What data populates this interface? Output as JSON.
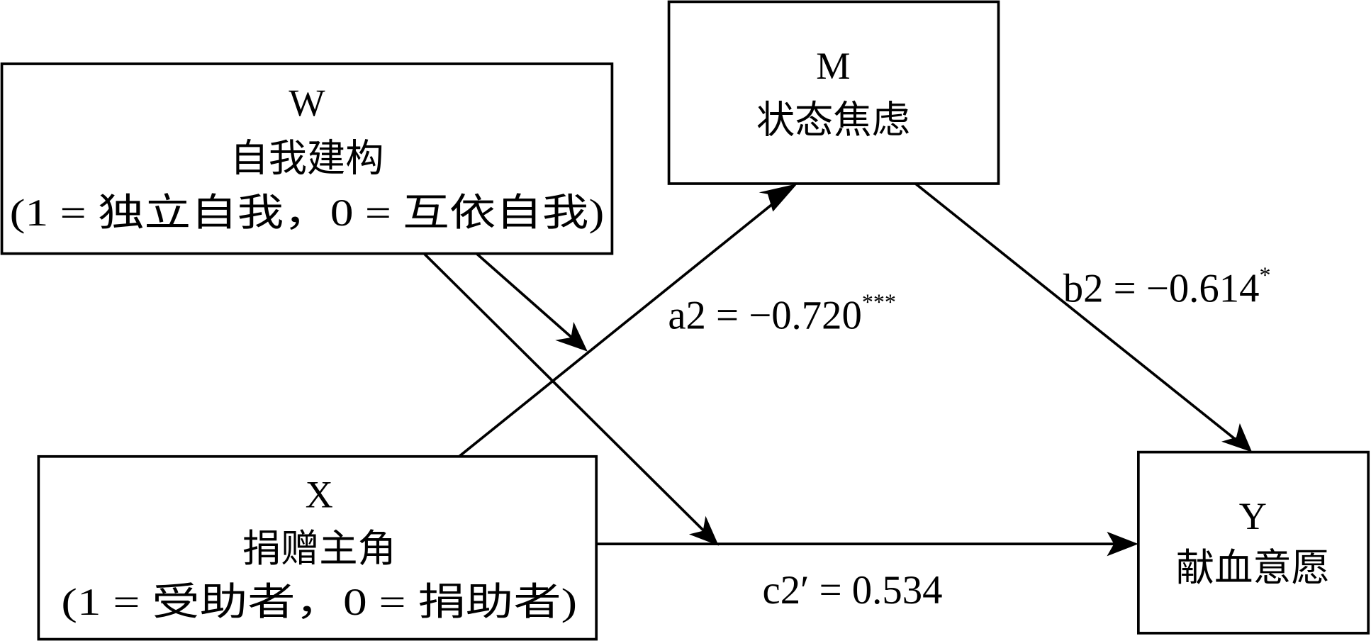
{
  "diagram": {
    "type": "moderated mediation path diagram",
    "nodes": {
      "W": {
        "code": "W",
        "label": "自我建构",
        "note": "(1 = 独立自我，0 = 互依自我)"
      },
      "M": {
        "code": "M",
        "label": "状态焦虑"
      },
      "X": {
        "code": "X",
        "label": "捐赠主角",
        "note": "(1 = 受助者，0 = 捐助者)"
      },
      "Y": {
        "code": "Y",
        "label": "献血意愿"
      }
    },
    "paths": {
      "a2": {
        "from": "X",
        "to": "M",
        "name": "a2",
        "value": "−0.720",
        "sig": "***",
        "label": "a2 = −0.720"
      },
      "b2": {
        "from": "M",
        "to": "Y",
        "name": "b2",
        "value": "−0.614",
        "sig": "*",
        "label": "b2 = −0.614"
      },
      "c2p": {
        "from": "X",
        "to": "Y",
        "name": "c2′",
        "value": "0.534",
        "sig": "",
        "label": "c2′ = 0.534"
      },
      "w_on_a": {
        "from": "W",
        "to": "a2 path",
        "name": "moderation of a2"
      },
      "w_on_c": {
        "from": "W",
        "to": "c2′ path",
        "name": "moderation of c2′"
      }
    },
    "colors": {
      "stroke": "#000000",
      "background": "#ffffff"
    }
  }
}
